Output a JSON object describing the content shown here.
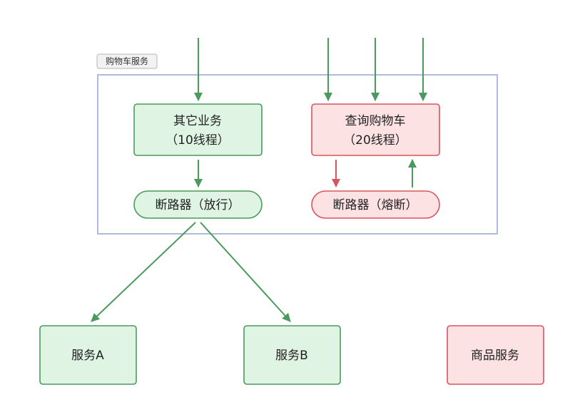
{
  "group": {
    "label": "购物车服务"
  },
  "nodes": {
    "other_business": {
      "line1": "其它业务",
      "line2": "（10线程）"
    },
    "query_cart": {
      "line1": "查询购物车",
      "line2": "（20线程）"
    },
    "breaker_pass": {
      "label": "断路器（放行）"
    },
    "breaker_fuse": {
      "label": "断路器（熔断）"
    },
    "service_a": {
      "label": "服务A"
    },
    "service_b": {
      "label": "服务B"
    },
    "product_service": {
      "label": "商品服务"
    }
  },
  "colors": {
    "green_fill": "#dff4e3",
    "green_stroke": "#4a9a5c",
    "red_fill": "#fde2e4",
    "red_stroke": "#d9545e",
    "group_stroke": "#aebcdb",
    "label_fill": "#f2f2f2",
    "label_stroke": "#b5b5b5"
  },
  "icons": {
    "arrow_head": "arrowhead"
  }
}
